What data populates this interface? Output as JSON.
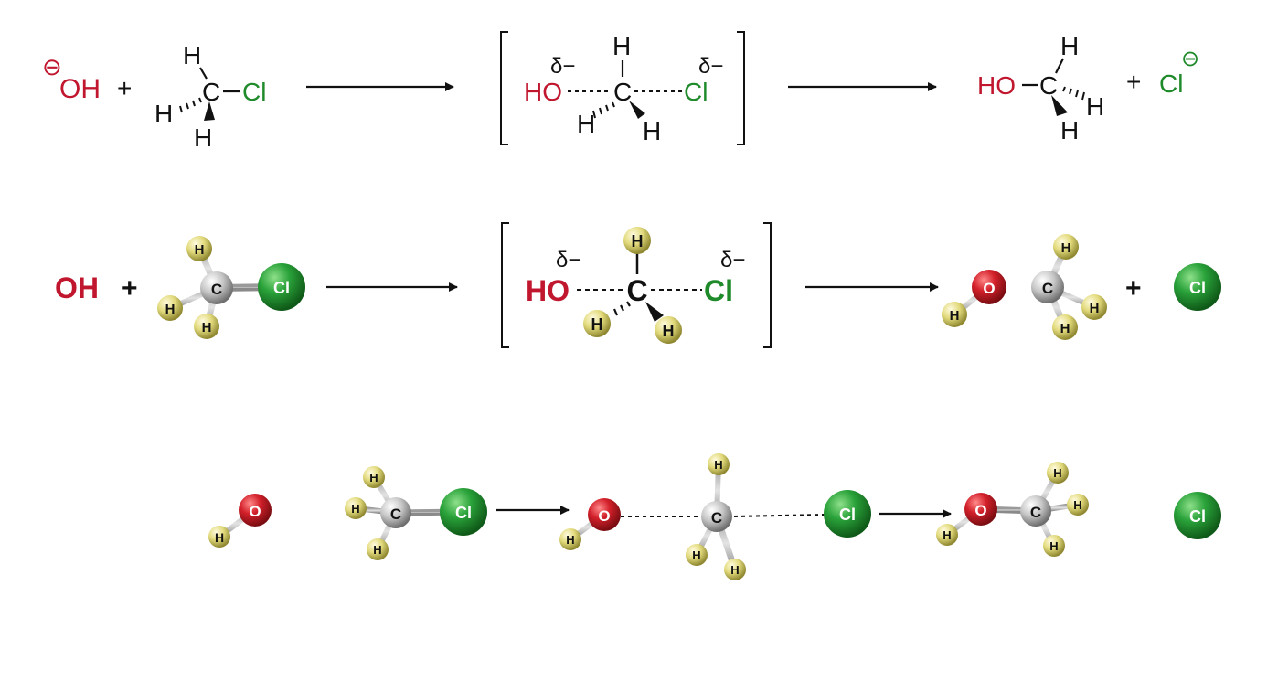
{
  "colors": {
    "oxygen": "#c0172f",
    "chlorine": "#1f8a2a",
    "carbon": "#bdbdbd",
    "hydrogen": "#e6df88",
    "ink": "#111111"
  },
  "symbols": {
    "negative_charge": "⊖",
    "plus": "+",
    "partial_negative": "δ−"
  },
  "row1": {
    "hydroxide": "OH",
    "hydrogen": "H",
    "carbon": "C",
    "chlorine": "Cl",
    "ho": "HO"
  },
  "row2": {
    "hydroxide": "OH",
    "hydrogen": "H",
    "carbon": "C",
    "chlorine": "Cl",
    "ho": "HO",
    "oxygen": "O"
  },
  "row3": {
    "hydrogen": "H",
    "carbon": "C",
    "chlorine": "Cl",
    "oxygen": "O"
  }
}
